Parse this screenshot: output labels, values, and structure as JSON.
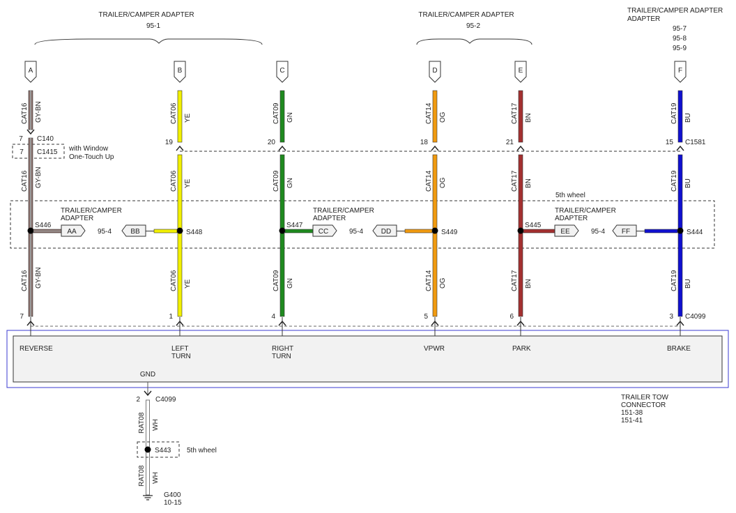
{
  "groups": [
    {
      "title": "TRAILER/CAMPER ADAPTER",
      "ref": "95-1"
    },
    {
      "title": "TRAILER/CAMPER ADAPTER",
      "ref": "95-2"
    },
    {
      "title": "TRAILER/CAMPER ADAPTER",
      "refs": [
        "95-7",
        "95-8",
        "95-9"
      ]
    }
  ],
  "circuits": [
    {
      "letter": "A",
      "circuit": "CAT16",
      "color_code": "GY-BN",
      "upper_pin": "7",
      "lower_pin": "7",
      "function": "REVERSE",
      "splice": "S446",
      "adapter_pin": "AA",
      "wire_color": "#8a6f6a",
      "stripe_color": "#9a9a9a"
    },
    {
      "letter": "B",
      "circuit": "CAT06",
      "color_code": "YE",
      "upper_pin": "19",
      "lower_pin": "1",
      "function": "LEFT TURN",
      "splice": "S448",
      "adapter_pin": "BB",
      "wire_color": "#f2f000",
      "stripe_color": ""
    },
    {
      "letter": "C",
      "circuit": "CAT09",
      "color_code": "GN",
      "upper_pin": "20",
      "lower_pin": "4",
      "function": "RIGHT TURN",
      "splice": "S447",
      "adapter_pin": "CC",
      "wire_color": "#1f8a1f",
      "stripe_color": ""
    },
    {
      "letter": "D",
      "circuit": "CAT14",
      "color_code": "OG",
      "upper_pin": "18",
      "lower_pin": "5",
      "function": "VPWR",
      "splice": "S449",
      "adapter_pin": "DD",
      "wire_color": "#f09a10",
      "stripe_color": ""
    },
    {
      "letter": "E",
      "circuit": "CAT17",
      "color_code": "BN",
      "upper_pin": "21",
      "lower_pin": "6",
      "function": "PARK",
      "splice": "S445",
      "adapter_pin": "EE",
      "wire_color": "#a33030",
      "stripe_color": ""
    },
    {
      "letter": "F",
      "circuit": "CAT19",
      "color_code": "BU",
      "upper_pin": "15",
      "lower_pin": "3",
      "function": "BRAKE",
      "splice": "S444",
      "adapter_pin": "FF",
      "wire_color": "#1010d0",
      "stripe_color": ""
    }
  ],
  "adapter_labels": [
    {
      "title": "TRAILER/CAMPER ADAPTER",
      "ref": "95-4"
    },
    {
      "title": "TRAILER/CAMPER ADAPTER",
      "ref": "95-4"
    },
    {
      "title": "TRAILER/CAMPER ADAPTER",
      "ref": "95-4"
    }
  ],
  "connectors": {
    "c140": "C140",
    "c1415_pin": "7",
    "c1415": "C1415",
    "c1415_note": "with Window One-Touch Up",
    "c1581": "C1581",
    "c4099": "C4099",
    "fifth_wheel": "5th wheel"
  },
  "trailer_tow_connector": {
    "name": "TRAILER TOW CONNECTOR",
    "refs": [
      "151-38",
      "151-41"
    ]
  },
  "ground": {
    "label": "GND",
    "pin": "2",
    "connector": "C4099",
    "circuit": "RAT08",
    "color_code": "WH",
    "splice": "S443",
    "splice_note": "5th wheel",
    "ground_point": "G400",
    "ground_ref": "10-15"
  }
}
